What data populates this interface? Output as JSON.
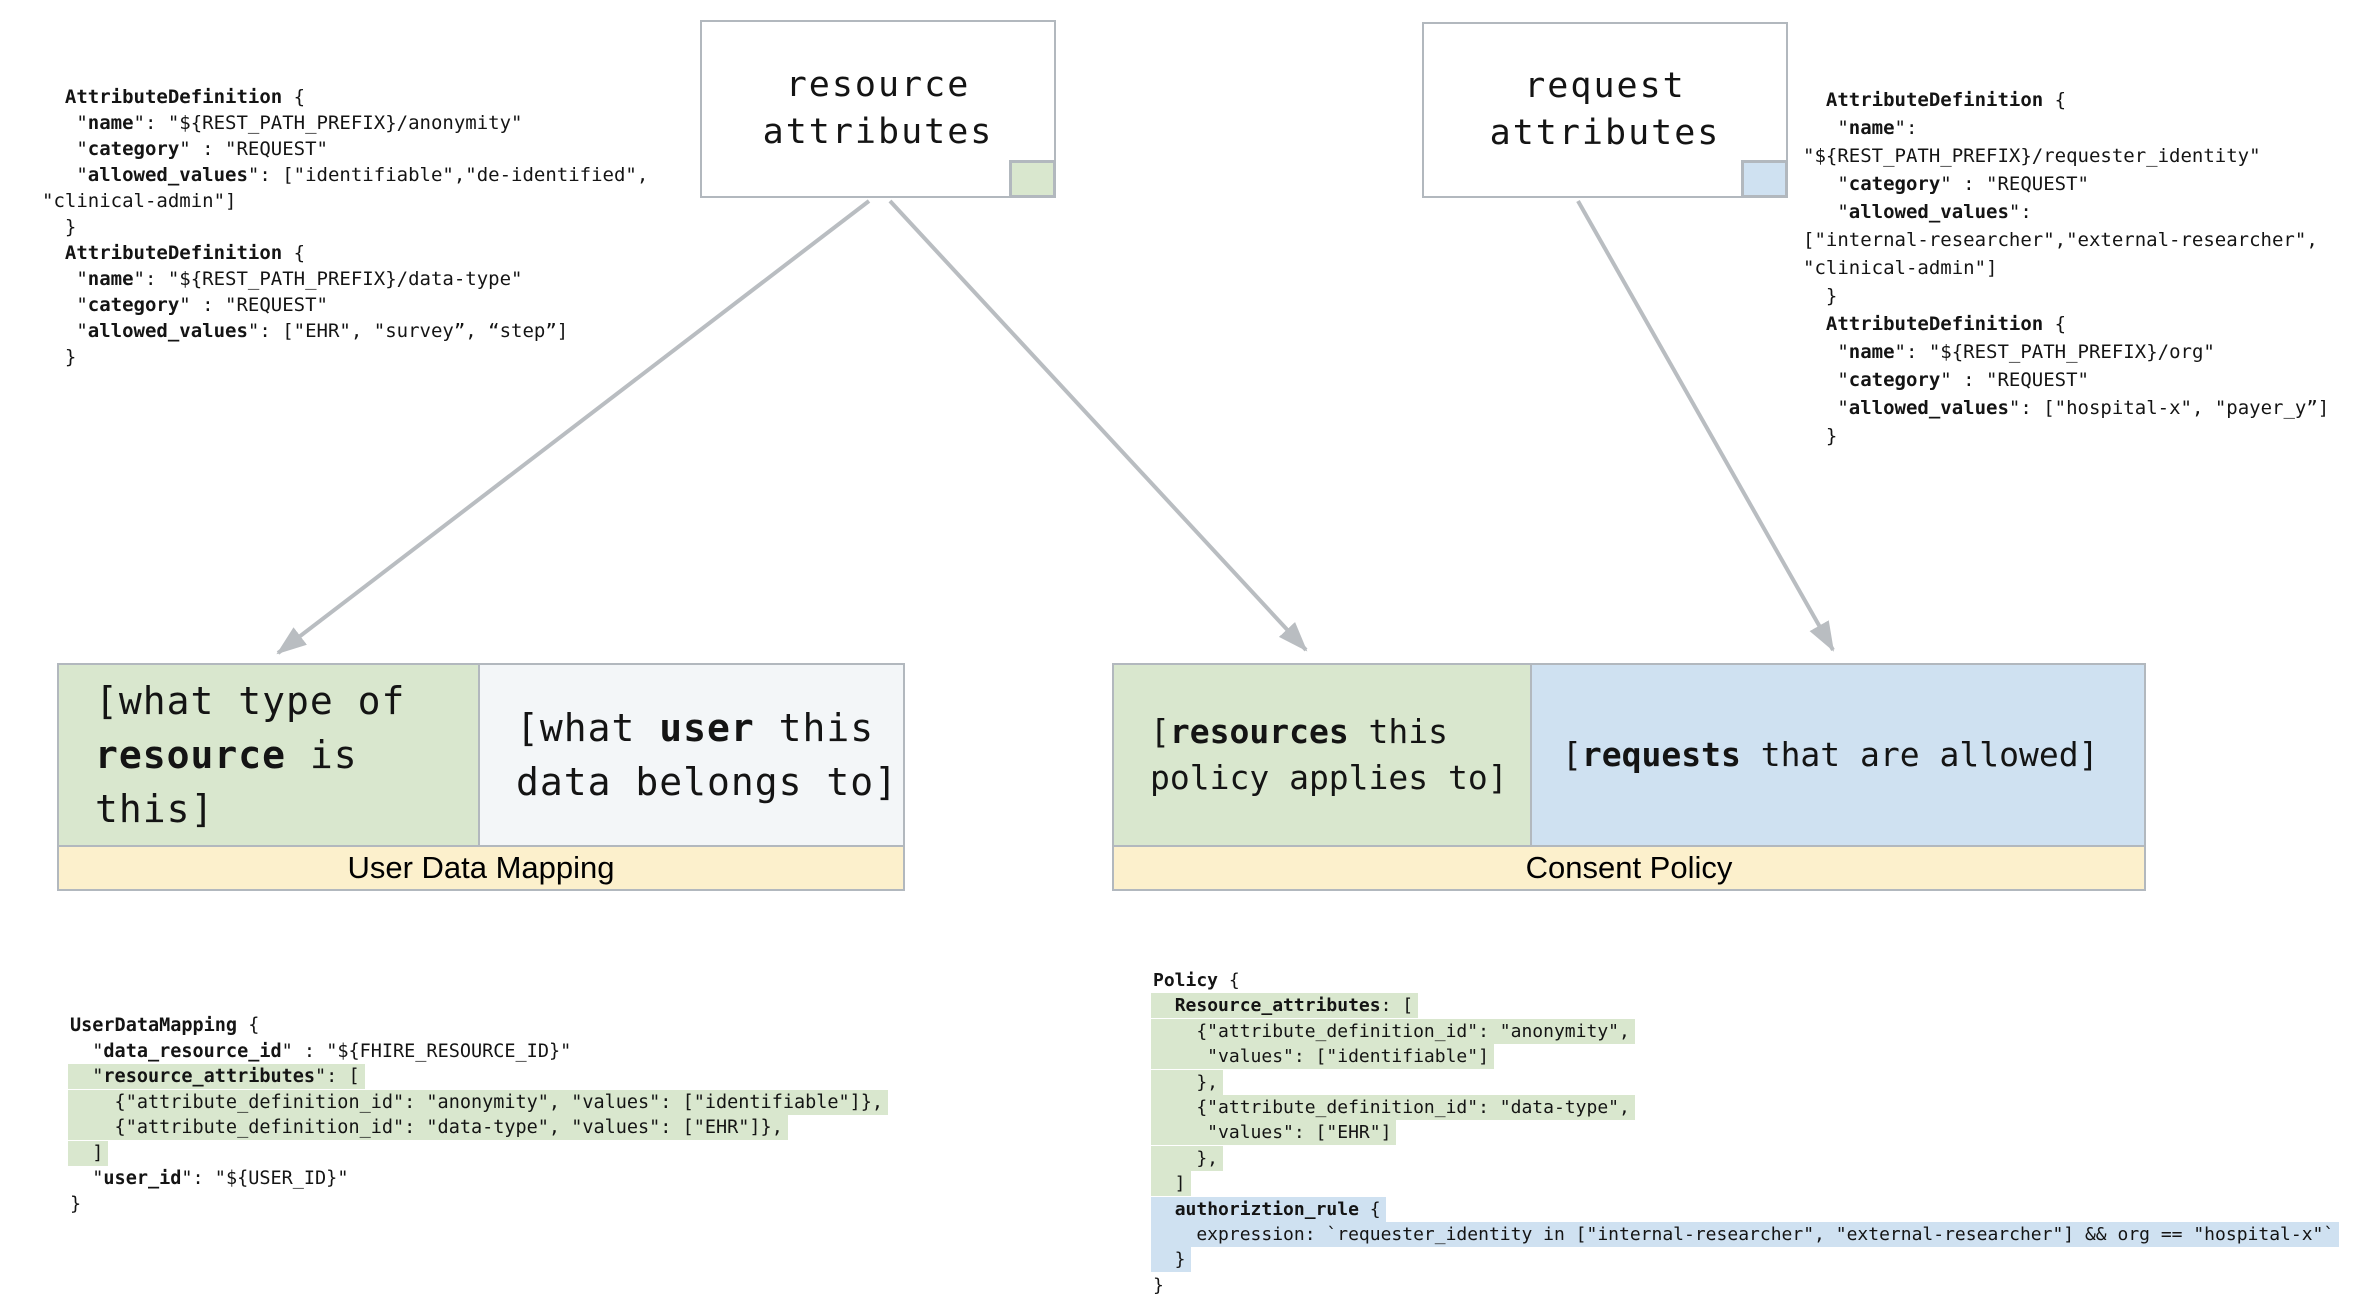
{
  "colors": {
    "green": "#d9e7ce",
    "blue": "#cfe1f1",
    "yellow": "#fcf0cc",
    "light": "#f3f6f8",
    "border": "#b2b8be",
    "arrow": "#b9bdc1"
  },
  "boxes": {
    "resource": {
      "label": "resource\nattributes"
    },
    "request": {
      "label": "request\nattributes"
    }
  },
  "code_blocks": {
    "resource_attribute_definitions": {
      "lines": [
        {
          "text": "  **AttributeDefinition** {"
        },
        {
          "text": "   \"**name**\": \"${REST_PATH_PREFIX}/anonymity\""
        },
        {
          "text": "   \"**category**\" : \"REQUEST\""
        },
        {
          "text": "   \"**allowed_values**\": [\"identifiable\",\"de-identified\","
        },
        {
          "text": "\"clinical-admin\"]"
        },
        {
          "text": "  }"
        },
        {
          "text": "  **AttributeDefinition** {"
        },
        {
          "text": "   \"**name**\": \"${REST_PATH_PREFIX}/data-type\""
        },
        {
          "text": "   \"**category**\" : \"REQUEST\""
        },
        {
          "text": "   \"**allowed_values**\": [\"EHR\", \"survey”, “step”]"
        },
        {
          "text": "  }"
        }
      ]
    },
    "request_attribute_definitions": {
      "lines": [
        {
          "text": "  **AttributeDefinition** {"
        },
        {
          "text": "   \"**name**\":"
        },
        {
          "text": "\"${REST_PATH_PREFIX}/requester_identity\""
        },
        {
          "text": "   \"**category**\" : \"REQUEST\""
        },
        {
          "text": "   \"**allowed_values**\":"
        },
        {
          "text": "[\"internal-researcher\",\"external-researcher\","
        },
        {
          "text": "\"clinical-admin\"]"
        },
        {
          "text": "  }"
        },
        {
          "text": "  **AttributeDefinition** {"
        },
        {
          "text": "   \"**name**\": \"${REST_PATH_PREFIX}/org\""
        },
        {
          "text": "   \"**category**\" : \"REQUEST\""
        },
        {
          "text": "   \"**allowed_values**\": [\"hospital-x\", \"payer_y”]"
        },
        {
          "text": "  }"
        }
      ]
    },
    "user_data_mapping_example": {
      "lines": [
        {
          "text": "**UserDataMapping** {"
        },
        {
          "text": "  \"**data_resource_id**\" : \"${FHIRE_RESOURCE_ID}\""
        },
        {
          "text": "  \"**resource_attributes**\": [",
          "hl": "green"
        },
        {
          "text": "    {\"attribute_definition_id\": \"anonymity\", \"values\": [\"identifiable\"]},",
          "hl": "green"
        },
        {
          "text": "    {\"attribute_definition_id\": \"data-type\", \"values\": [\"EHR\"]},",
          "hl": "green"
        },
        {
          "text": "  ]",
          "hl": "green"
        },
        {
          "text": "  \"**user_id**\": \"${USER_ID}\""
        },
        {
          "text": "}"
        }
      ]
    },
    "policy_example": {
      "lines": [
        {
          "text": "**Policy** {"
        },
        {
          "text": "  **Resource_attributes**: [",
          "hl": "green"
        },
        {
          "text": "    {\"attribute_definition_id\": \"anonymity\",",
          "hl": "green"
        },
        {
          "text": "     \"values\": [\"identifiable\"]",
          "hl": "green"
        },
        {
          "text": "    },",
          "hl": "green"
        },
        {
          "text": "    {\"attribute_definition_id\": \"data-type\",",
          "hl": "green"
        },
        {
          "text": "     \"values\": [\"EHR\"]",
          "hl": "green"
        },
        {
          "text": "    },",
          "hl": "green"
        },
        {
          "text": "  ]",
          "hl": "green"
        },
        {
          "text": "  **authoriztion_rule** {",
          "hl": "blue"
        },
        {
          "text": "    expression: `requester_identity in [\"internal-researcher\", \"external-researcher\"] && org == \"hospital-x\"`",
          "hl": "blue"
        },
        {
          "text": "  }",
          "hl": "blue"
        },
        {
          "text": "}"
        }
      ]
    }
  },
  "user_data_mapping": {
    "left_cell": "[what type of\n**resource** is this]",
    "right_cell": "[what **user** this\ndata belongs to]",
    "banner": "User Data Mapping"
  },
  "consent_policy": {
    "left_cell": "[**resources** this\npolicy applies to]",
    "right_cell": "[**requests** that are allowed]",
    "banner": "Consent Policy"
  }
}
